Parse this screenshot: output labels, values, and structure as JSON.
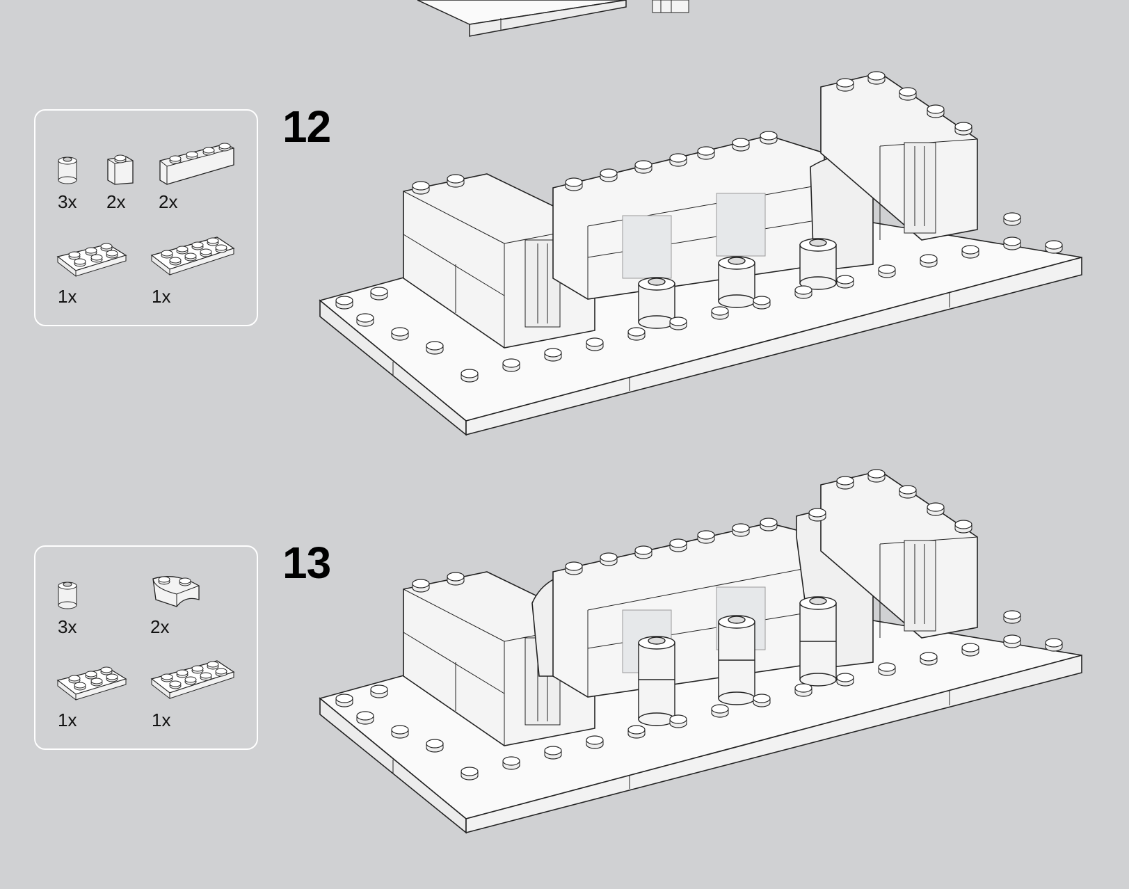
{
  "steps": [
    {
      "number": "12",
      "parts": [
        {
          "icon": "round-brick-1x1-icon",
          "qty": "3x"
        },
        {
          "icon": "brick-1x1-icon",
          "qty": "2x"
        },
        {
          "icon": "brick-1x4-icon",
          "qty": "2x"
        },
        {
          "icon": "plate-2x3-icon",
          "qty": "1x"
        },
        {
          "icon": "plate-2x4-icon",
          "qty": "1x"
        }
      ]
    },
    {
      "number": "13",
      "parts": [
        {
          "icon": "round-brick-1x1-icon",
          "qty": "3x"
        },
        {
          "icon": "macaroni-brick-icon",
          "qty": "2x"
        },
        {
          "icon": "plate-2x3-icon",
          "qty": "1x"
        },
        {
          "icon": "plate-2x4-icon",
          "qty": "1x"
        }
      ]
    }
  ],
  "colors": {
    "background": "#d0d1d3",
    "part": "#f4f4f4",
    "outline": "#222222"
  }
}
